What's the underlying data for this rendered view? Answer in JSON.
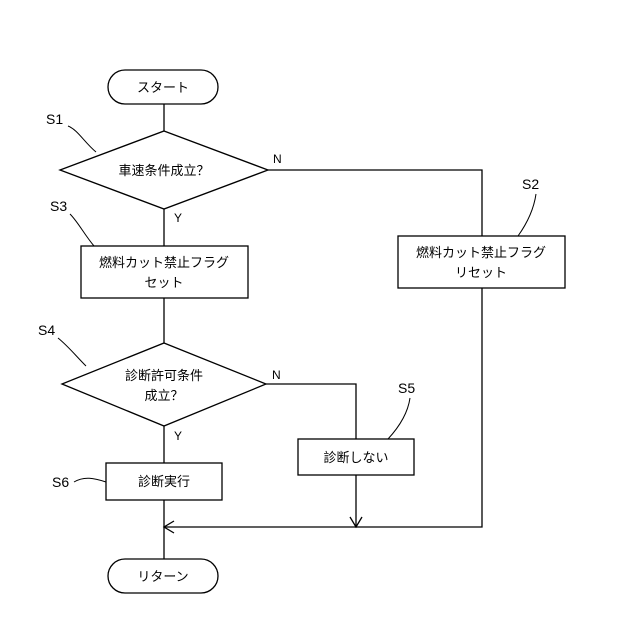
{
  "flowchart": {
    "start": "スタート",
    "s1_decision": "車速条件成立？",
    "s2_process_line1": "燃料カット禁止フラグ",
    "s2_process_line2": "リセット",
    "s3_process_line1": "燃料カット禁止フラグ",
    "s3_process_line2": "セット",
    "s4_decision_line1": "診断許可条件",
    "s4_decision_line2": "成立？",
    "s5_process": "診断しない",
    "s6_process": "診断実行",
    "end": "リターン"
  },
  "step_labels": {
    "s1": "S1",
    "s2": "S2",
    "s3": "S3",
    "s4": "S4",
    "s5": "S5",
    "s6": "S6"
  },
  "branch_labels": {
    "s1_yes": "Y",
    "s1_no": "N",
    "s4_yes": "Y",
    "s4_no": "N"
  }
}
